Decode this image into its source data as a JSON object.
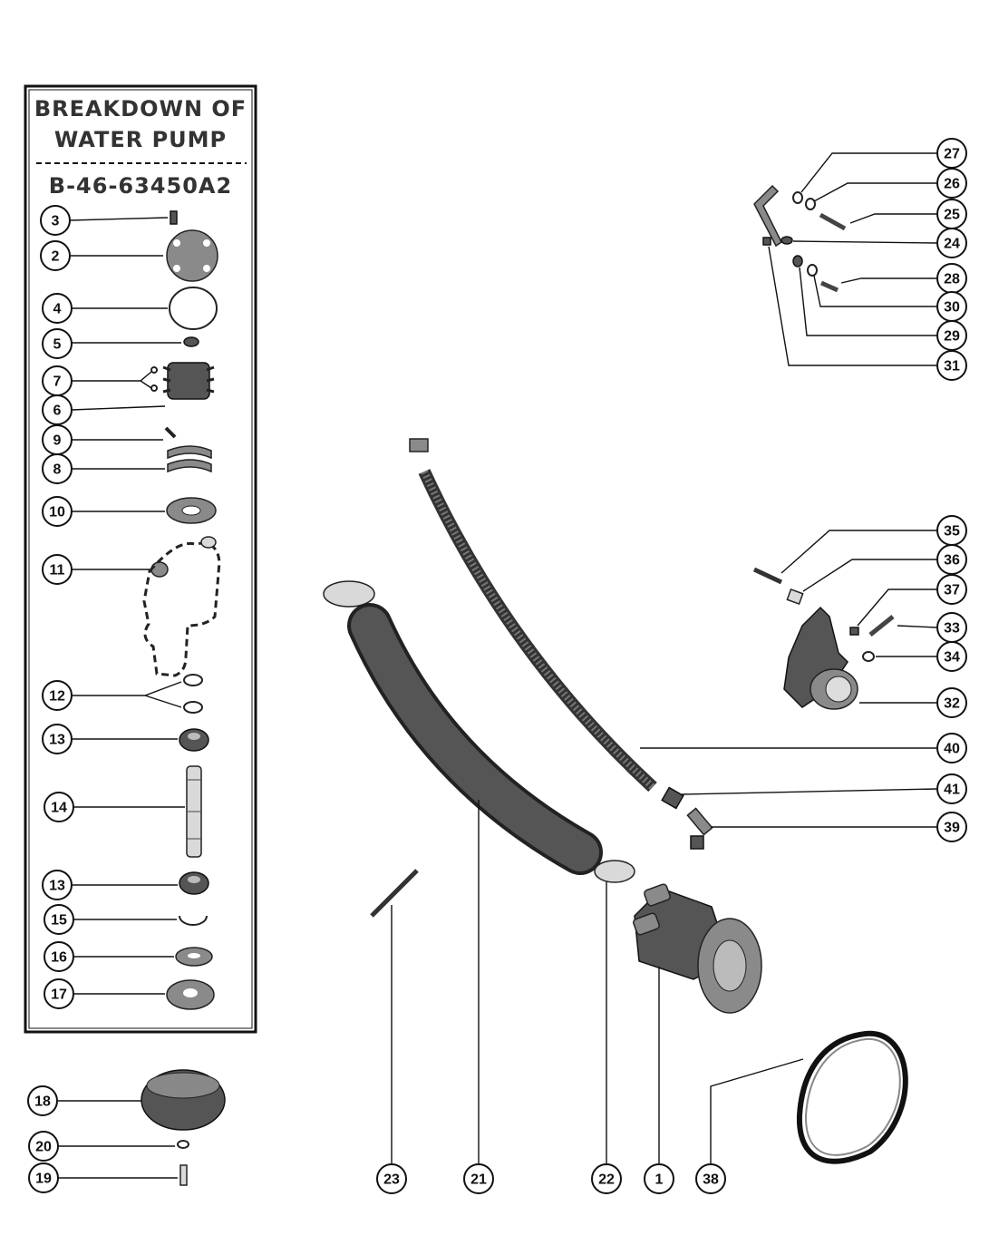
{
  "panel": {
    "title_line1": "BREAKDOWN OF",
    "title_line2": "WATER PUMP",
    "part_number": "B-46-63450A2"
  },
  "callouts": {
    "p3": "3",
    "p2": "2",
    "p4": "4",
    "p5": "5",
    "p7": "7",
    "p6": "6",
    "p9": "9",
    "p8": "8",
    "p10": "10",
    "p11": "11",
    "p12": "12",
    "p13a": "13",
    "p14": "14",
    "p13b": "13",
    "p15": "15",
    "p16": "16",
    "p17": "17",
    "p18": "18",
    "p20": "20",
    "p19": "19",
    "p27": "27",
    "p26": "26",
    "p25": "25",
    "p24": "24",
    "p28": "28",
    "p30": "30",
    "p29": "29",
    "p31": "31",
    "p35": "35",
    "p36": "36",
    "p37": "37",
    "p33": "33",
    "p34": "34",
    "p32": "32",
    "p40": "40",
    "p41": "41",
    "p39": "39",
    "p23": "23",
    "p21": "21",
    "p22": "22",
    "p1": "1",
    "p38": "38"
  }
}
